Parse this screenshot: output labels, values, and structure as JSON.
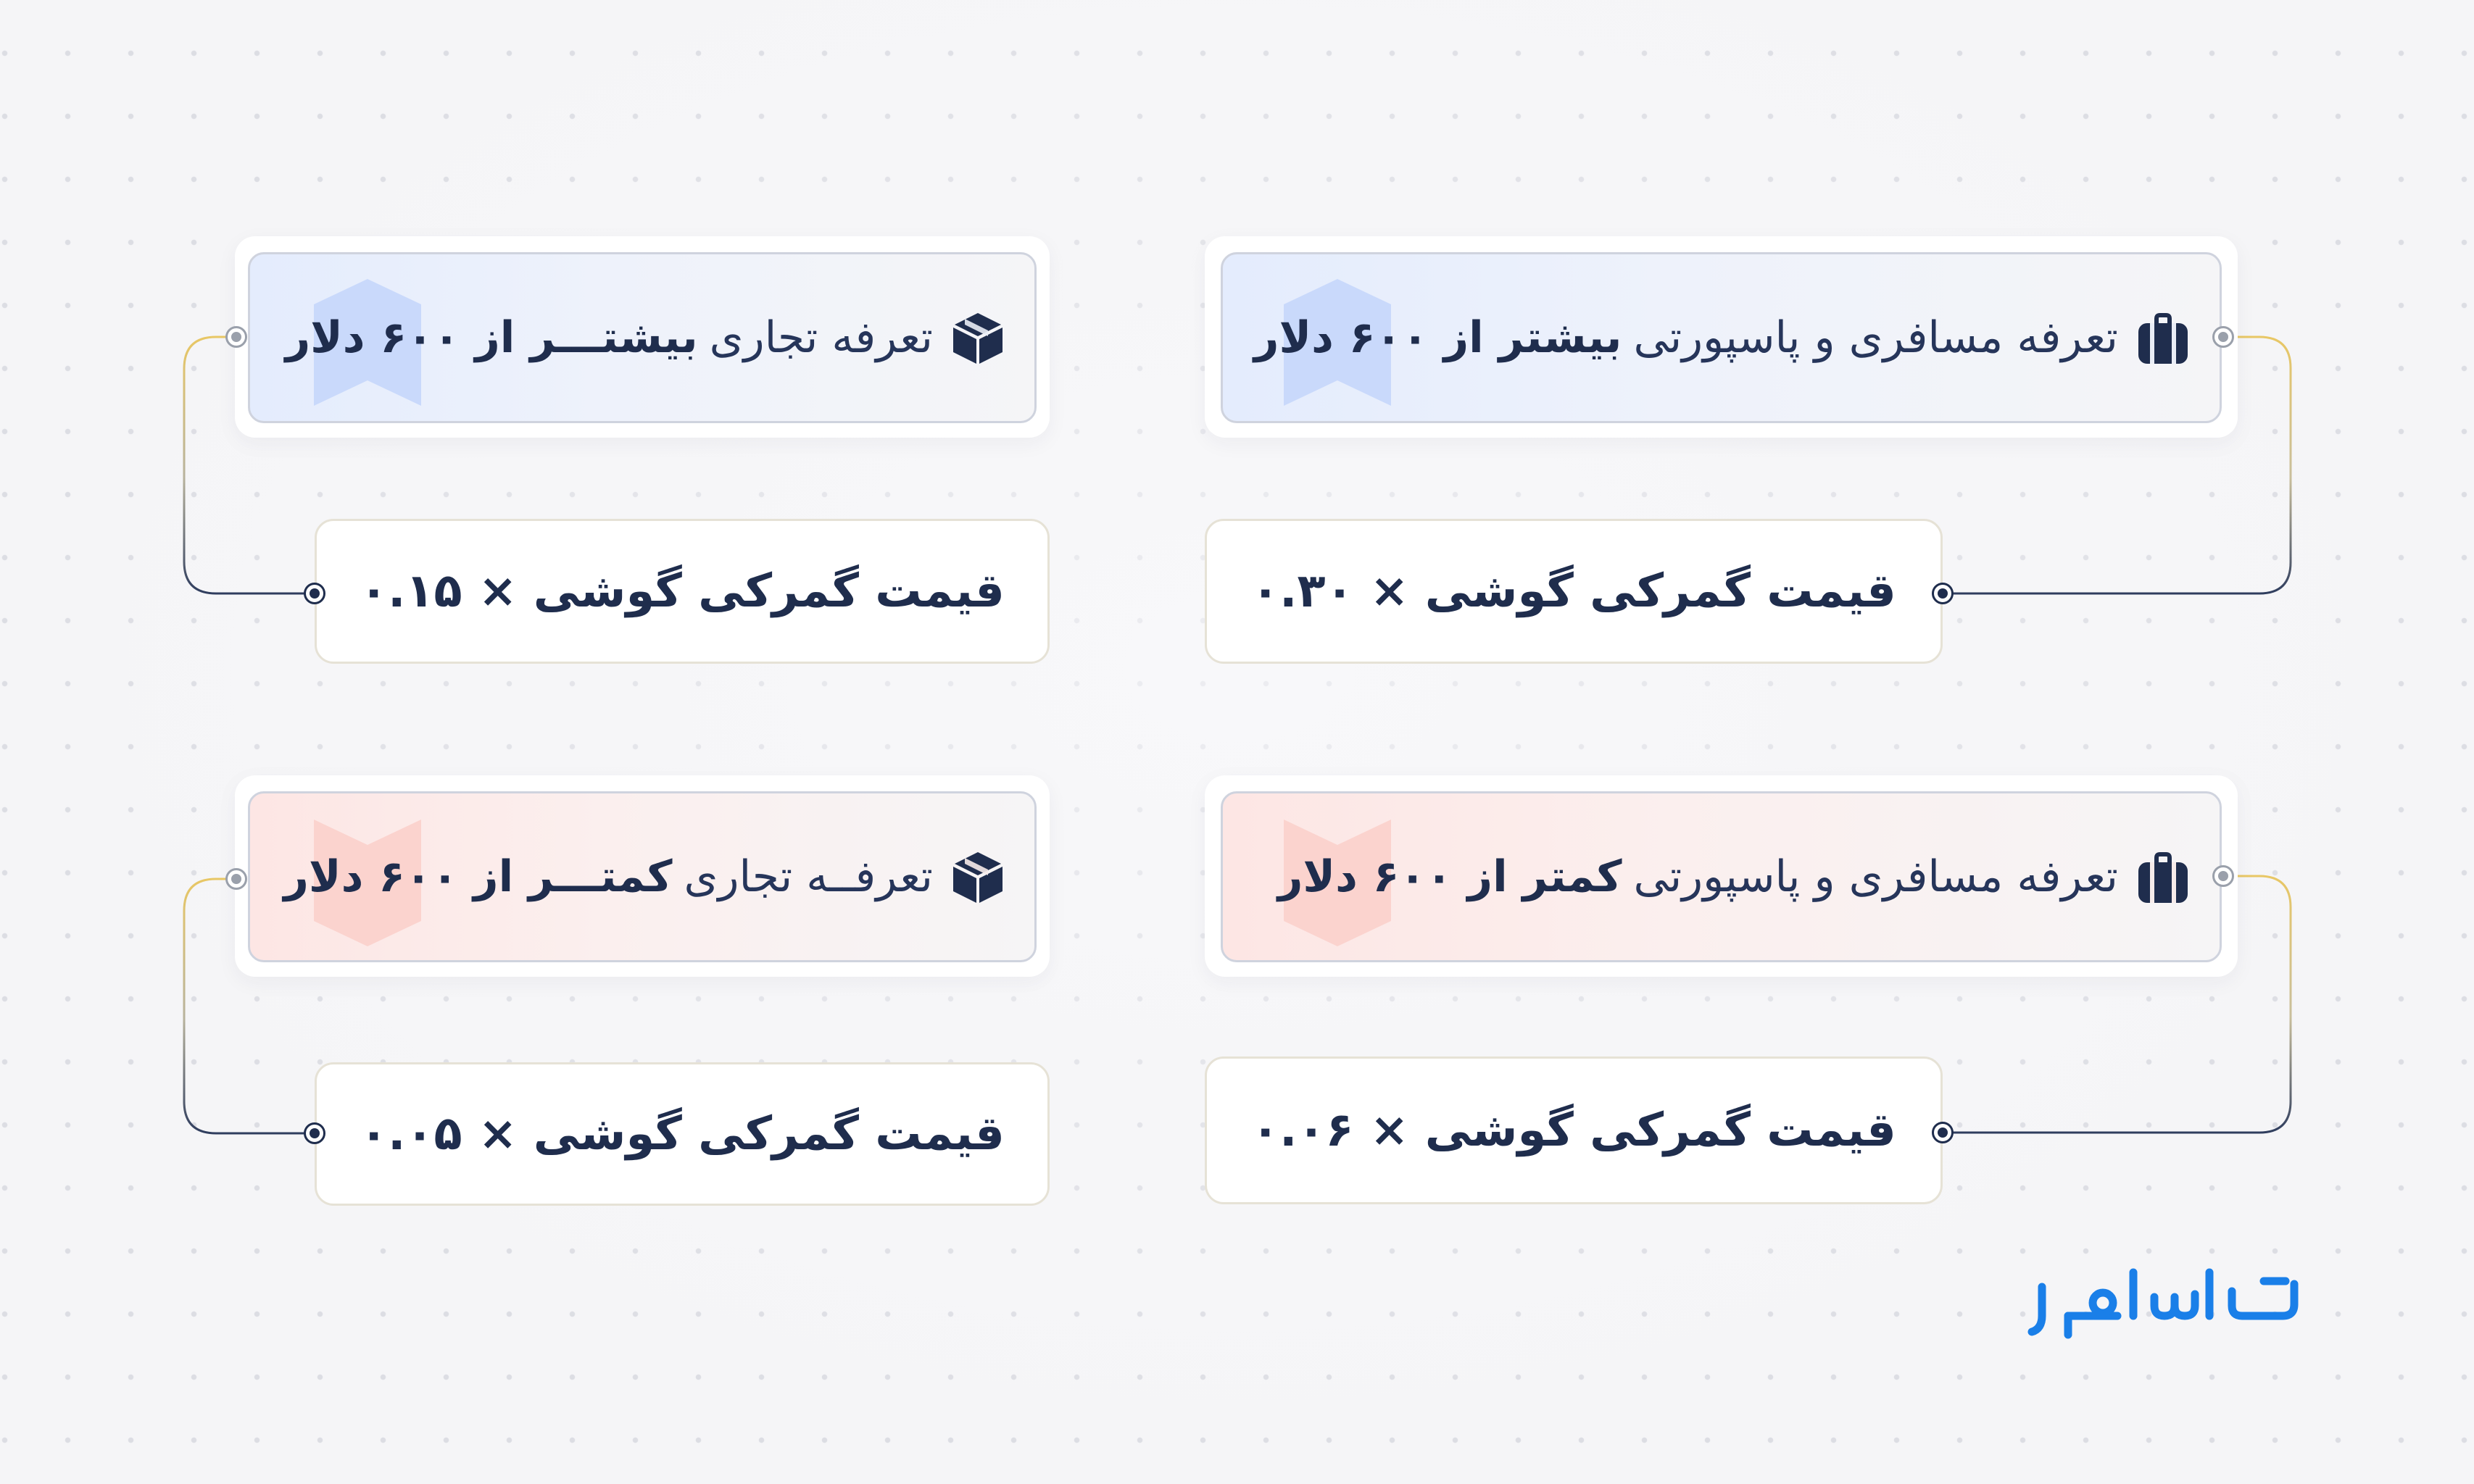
{
  "cards": [
    {
      "id": "travel-above",
      "tariff_prefix": "تعرفه مسافری و پاسپورتی",
      "tariff_emphasis": "بیشتر از ۶۰۰ دلار",
      "formula": "قیمت گمرکی گوشی × ۰.۳۰",
      "icon": "luggage-icon",
      "theme": "blue"
    },
    {
      "id": "commercial-above",
      "tariff_prefix": "تعرفه تجاری",
      "tariff_emphasis": "بیشتـــر از ۶۰۰ دلار",
      "formula": "قیمت گمرکی گوشی × ۰.۱۵",
      "icon": "package-icon",
      "theme": "blue"
    },
    {
      "id": "travel-below",
      "tariff_prefix": "تعرفه مسافری و پاسپورتی",
      "tariff_emphasis": "کمتر از ۶۰۰ دلار",
      "formula": "قیمت گمرکی گوشی × ۰.۰۶",
      "icon": "luggage-icon",
      "theme": "red"
    },
    {
      "id": "commercial-below",
      "tariff_prefix": "تعرفــه تجاری",
      "tariff_emphasis": "کمتـــر از ۶۰۰ دلار",
      "formula": "قیمت گمرکی گوشی × ۰.۰۵",
      "icon": "package-icon",
      "theme": "red"
    }
  ],
  "logo": {
    "name": "جی‌اس‌ام",
    "color": "#1a7fe8"
  },
  "colors": {
    "navy": "#1f2d4d",
    "gold_line": "#e8c765",
    "up_chevron": "#c9d9fb",
    "down_chevron": "#fbd3ce"
  }
}
